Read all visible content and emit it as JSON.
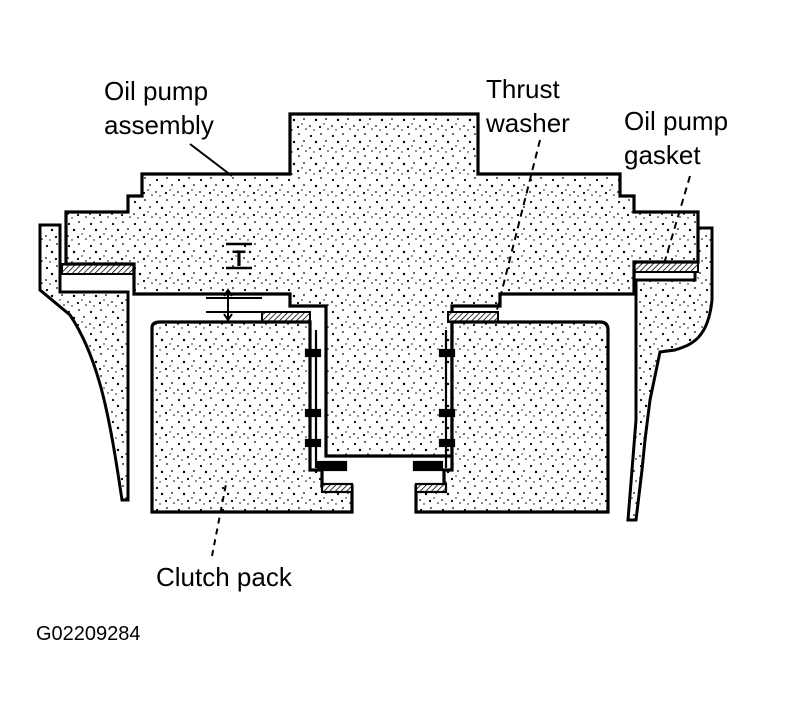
{
  "labels": {
    "oil_pump_assembly_line1": "Oil pump",
    "oil_pump_assembly_line2": "assembly",
    "thrust_washer_line1": "Thrust",
    "thrust_washer_line2": "washer",
    "oil_pump_gasket_line1": "Oil pump",
    "oil_pump_gasket_line2": "gasket",
    "clutch_pack": "Clutch pack",
    "dimension_mark": "T"
  },
  "figure_id": "G02209284",
  "colors": {
    "ink": "#000000",
    "paper": "#ffffff"
  }
}
